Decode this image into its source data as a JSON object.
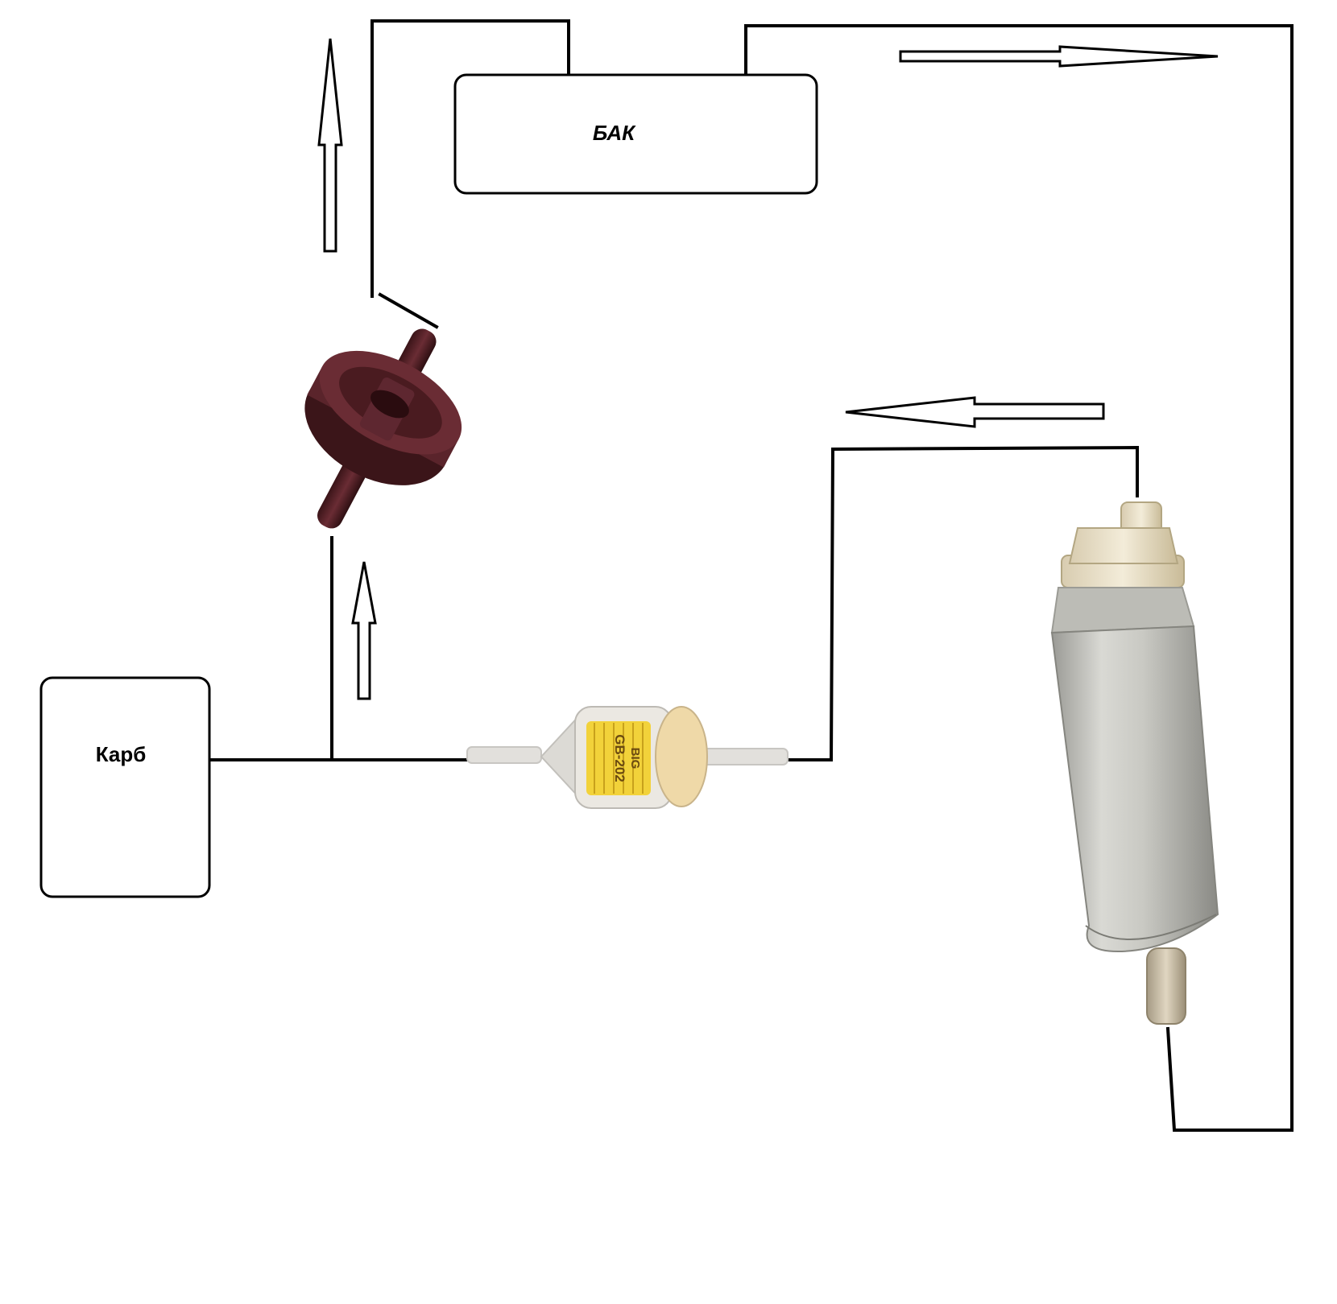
{
  "tank": {
    "label": "БАК"
  },
  "carburetor": {
    "label": "Карб"
  },
  "fuel_filter": {
    "brand": "BIG",
    "model": "GB-202"
  }
}
